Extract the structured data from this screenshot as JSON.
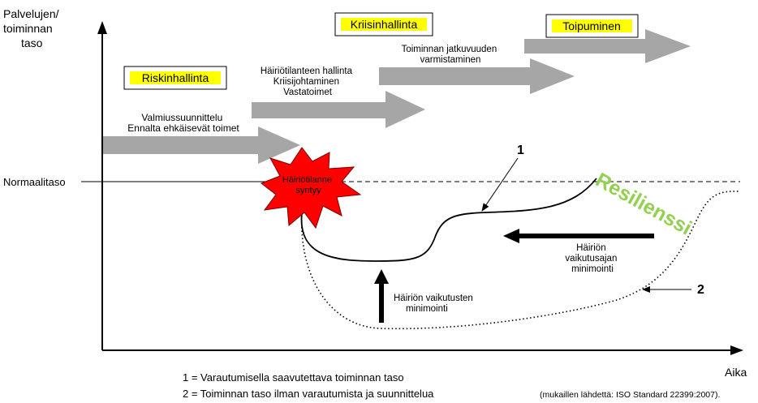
{
  "axes": {
    "y_label": [
      "Palvelujen/",
      "toiminnan",
      "taso"
    ],
    "x_label": "Aika",
    "normal_level": "Normaalitaso"
  },
  "phases": {
    "risk": "Riskinhallinta",
    "crisis": "Kriisinhallinta",
    "recovery": "Toipuminen"
  },
  "arrow_texts": {
    "a1": [
      "Valmiussuunnittelu",
      "Ennalta ehkäisevät toimet"
    ],
    "a2": [
      "Häiriötilanteen hallinta",
      "Kriisijohtaminen",
      "Vastatoimet"
    ],
    "a3": [
      "Toiminnan jatkuvuuden",
      "varmistaminen"
    ]
  },
  "burst": [
    "Häiriötilanne",
    "syntyy"
  ],
  "resilience": "Resilienssi",
  "annotations": {
    "impact_time": [
      "Häiriön",
      "vaikutusajan",
      "minimointi"
    ],
    "impact_effects": [
      "Häiriön vaikutusten",
      "minimointi"
    ],
    "marker1": "1",
    "marker2": "2"
  },
  "legend": {
    "line1": "1 = Varautumisella saavutettava toiminnan taso",
    "line2": "2 = Toiminnan taso ilman varautumista ja suunnittelua"
  },
  "source": "(mukaillen lähdettä: ISO Standard 22399:2007).",
  "colors": {
    "gray_arrow": "#a6a6a6",
    "highlight": "#ffff00",
    "burst": "#ff0000",
    "resilience": "#92d050"
  }
}
